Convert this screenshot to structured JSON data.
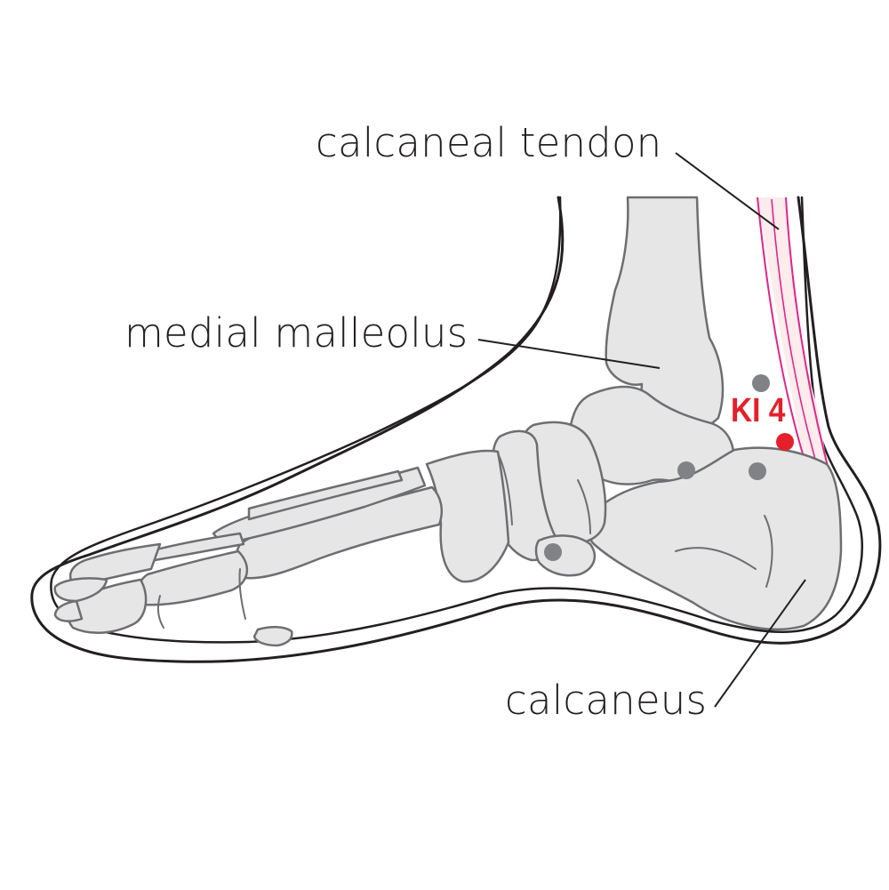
{
  "labels": {
    "calcaneal_tendon": "calcaneal tendon",
    "medial_malleolus": "medial malleolus",
    "calcaneus": "calcaneus"
  },
  "acupoint": {
    "label": "KI 4",
    "color": "#e5202a"
  },
  "colors": {
    "bone_fill": "#e6e6e7",
    "bone_stroke": "#6d6e71",
    "outline": "#231f20",
    "tendon_stroke": "#e0258b",
    "tendon_fill": "#fdecec",
    "other_point": "#808285"
  }
}
